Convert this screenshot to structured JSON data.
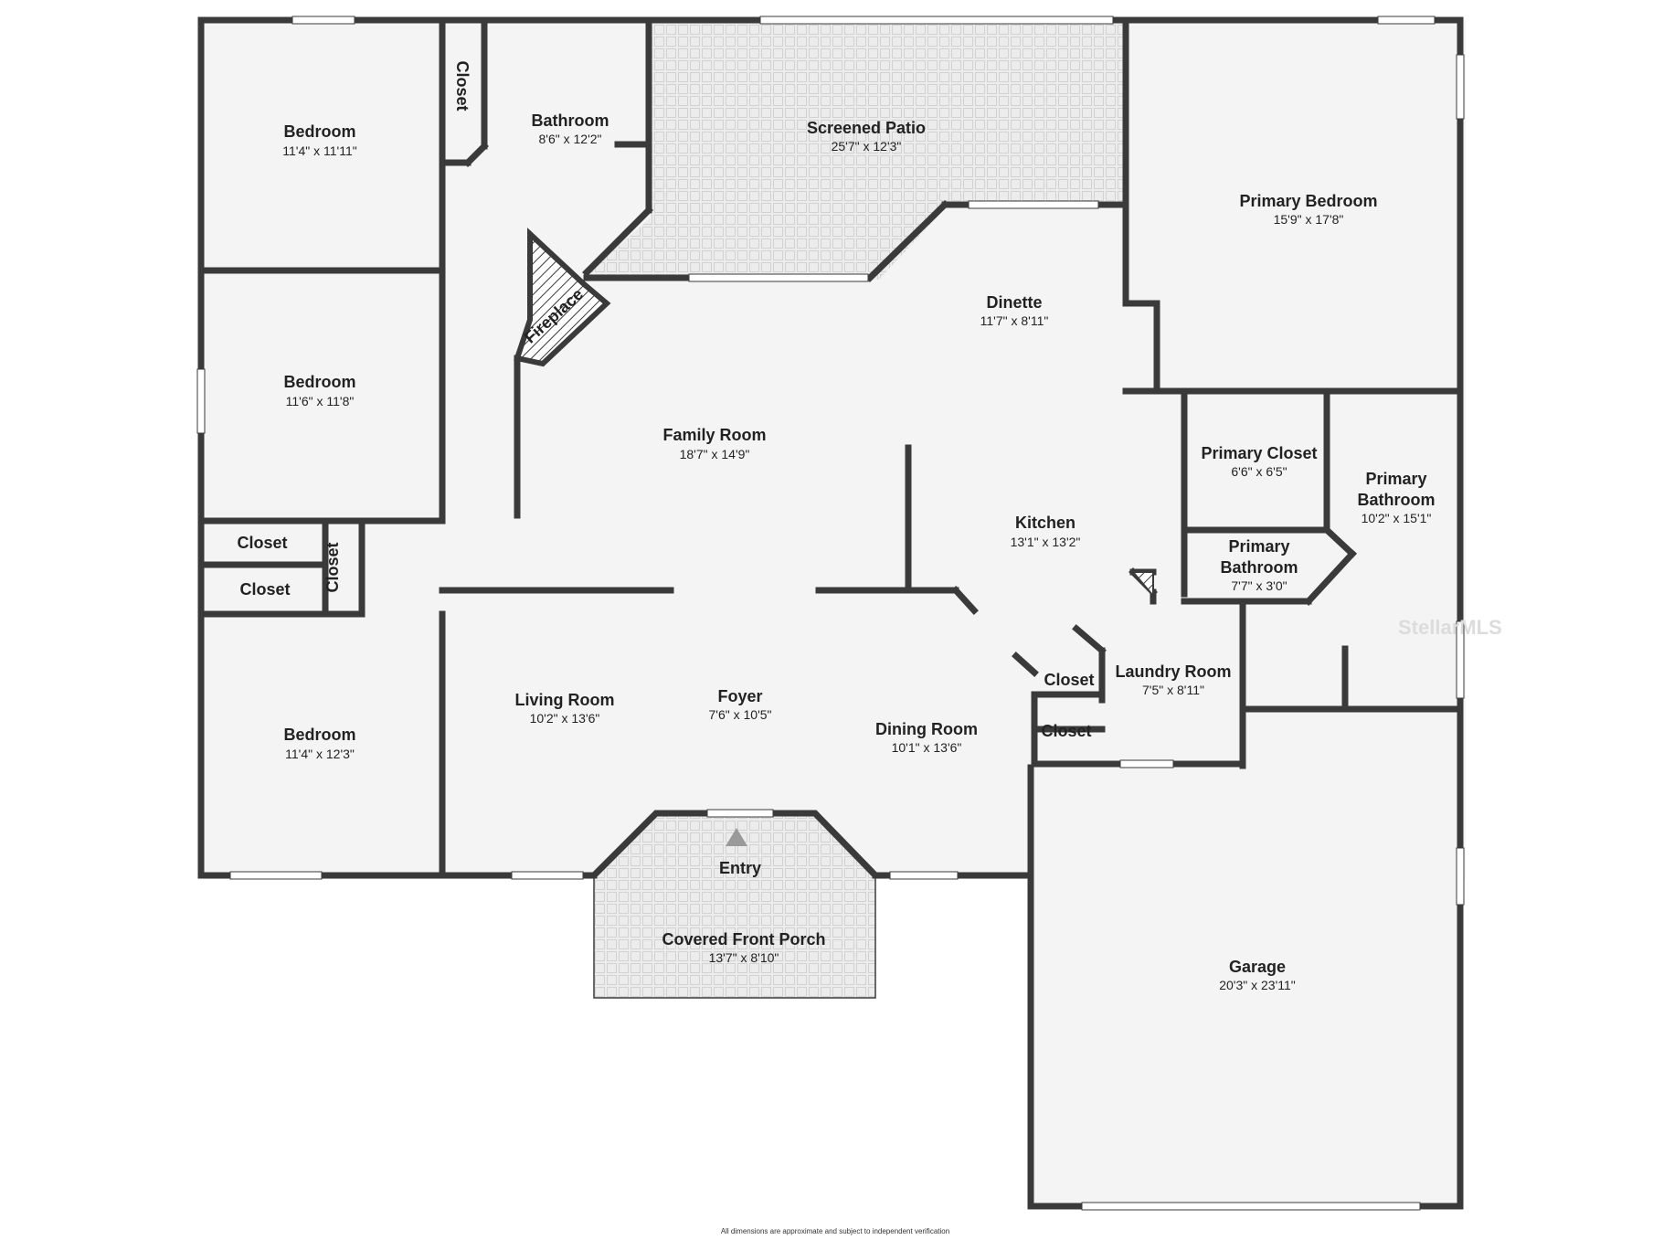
{
  "colors": {
    "wall": "#3a3a3a",
    "floor": "#f4f4f4",
    "paver": "#ececec",
    "paver_line": "#d2d2d2",
    "window": "#ffffff",
    "background": "#ffffff"
  },
  "rooms": {
    "bedroom_nw": {
      "name": "Bedroom",
      "dims": "11'4\" x 11'11\""
    },
    "bedroom_w": {
      "name": "Bedroom",
      "dims": "11'6\" x 11'8\""
    },
    "bedroom_sw": {
      "name": "Bedroom",
      "dims": "11'4\" x 12'3\""
    },
    "closet_top": {
      "name": "Closet"
    },
    "closet_a": {
      "name": "Closet"
    },
    "closet_b": {
      "name": "Closet"
    },
    "closet_c": {
      "name": "Closet"
    },
    "closet_d": {
      "name": "Closet"
    },
    "closet_e": {
      "name": "Closet"
    },
    "bathroom": {
      "name": "Bathroom",
      "dims": "8'6\" x 12'2\""
    },
    "fireplace": {
      "name": "Fireplace"
    },
    "screened_patio": {
      "name": "Screened Patio",
      "dims": "25'7\" x 12'3\""
    },
    "primary_bedroom": {
      "name": "Primary Bedroom",
      "dims": "15'9\" x 17'8\""
    },
    "dinette": {
      "name": "Dinette",
      "dims": "11'7\" x 8'11\""
    },
    "family_room": {
      "name": "Family Room",
      "dims": "18'7\" x 14'9\""
    },
    "kitchen": {
      "name": "Kitchen",
      "dims": "13'1\" x 13'2\""
    },
    "primary_closet": {
      "name": "Primary Closet",
      "dims": "6'6\" x 6'5\""
    },
    "primary_bathroom_large": {
      "name_line1": "Primary",
      "name_line2": "Bathroom",
      "dims": "10'2\" x 15'1\""
    },
    "primary_bathroom_small": {
      "name_line1": "Primary",
      "name_line2": "Bathroom",
      "dims": "7'7\" x 3'0\""
    },
    "living_room": {
      "name": "Living Room",
      "dims": "10'2\" x 13'6\""
    },
    "foyer": {
      "name": "Foyer",
      "dims": "7'6\" x 10'5\""
    },
    "dining_room": {
      "name": "Dining Room",
      "dims": "10'1\" x 13'6\""
    },
    "laundry_room": {
      "name": "Laundry Room",
      "dims": "7'5\" x 8'11\""
    },
    "entry": {
      "name": "Entry"
    },
    "covered_front_porch": {
      "name": "Covered Front Porch",
      "dims": "13'7\" x 8'10\""
    },
    "garage": {
      "name": "Garage",
      "dims": "20'3\" x 23'11\""
    }
  },
  "icons": {
    "entry_marker": "up-triangle-icon",
    "fireplace_hatch": "diagonal-hatch",
    "watermark": "stellar-mls-logo"
  },
  "watermark": "StellarMLS",
  "disclaimer": "All dimensions are approximate and subject to independent verification"
}
